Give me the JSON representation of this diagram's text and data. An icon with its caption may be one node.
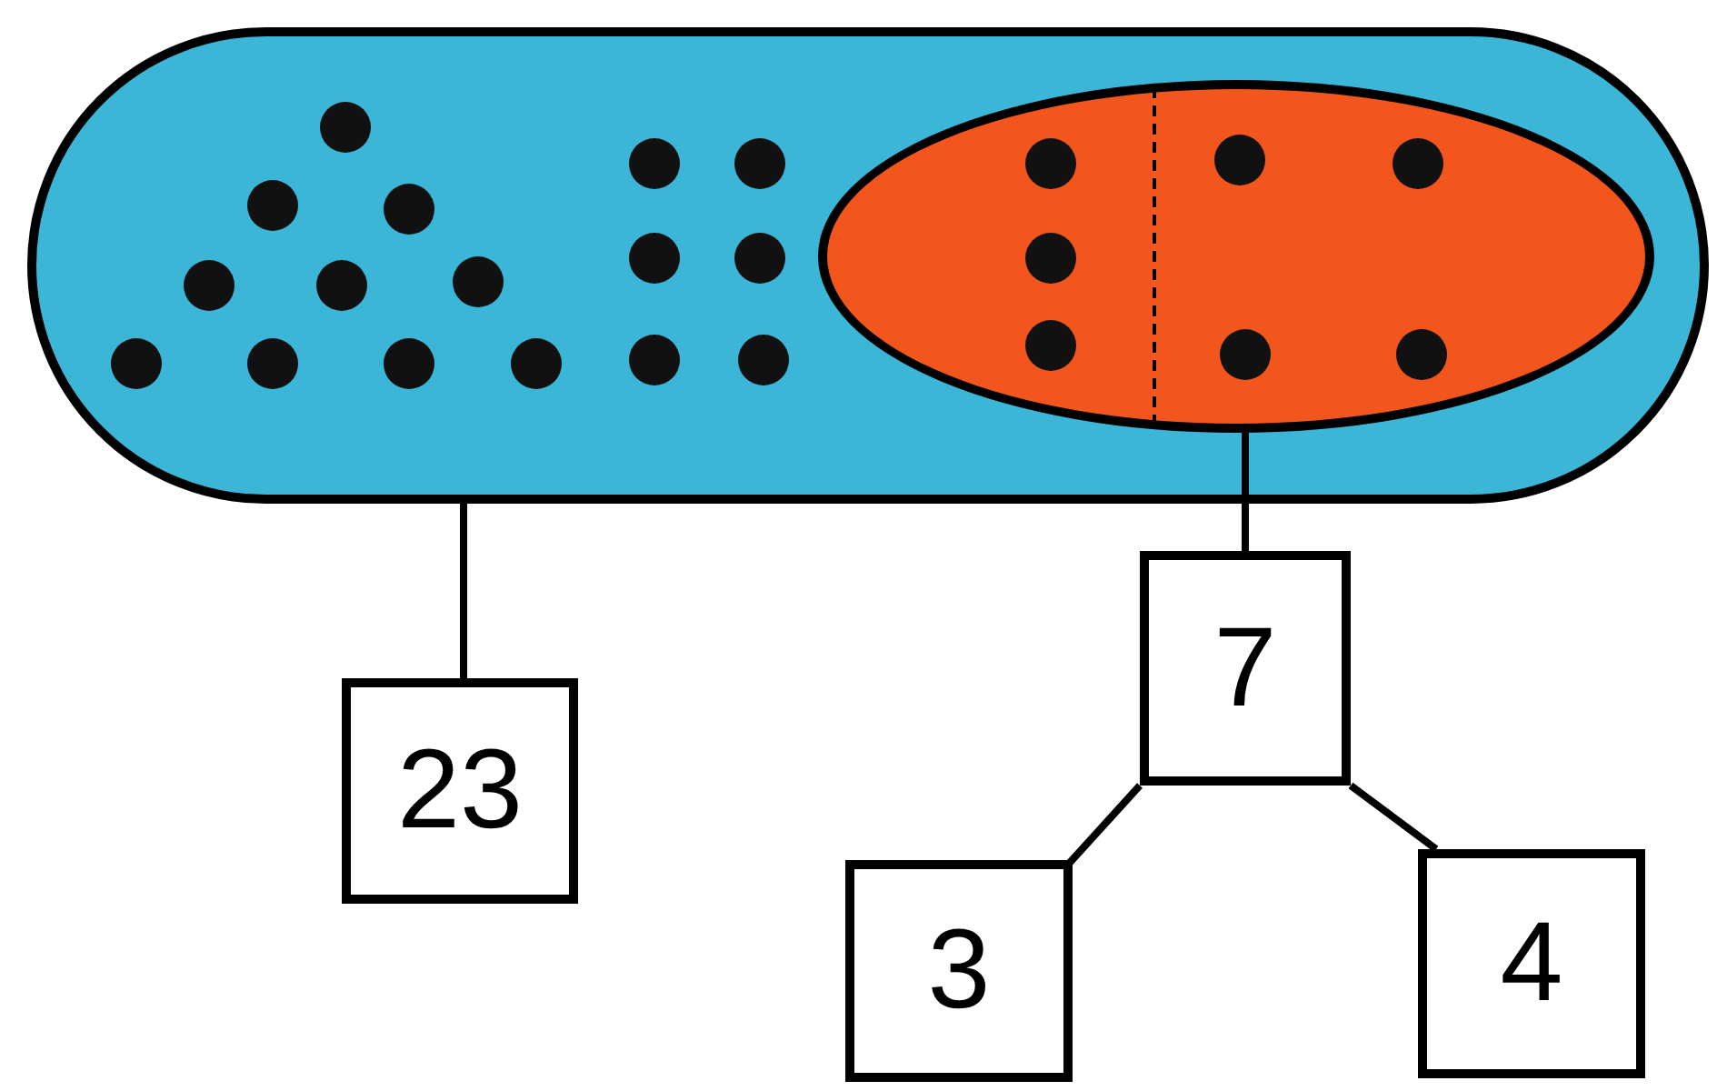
{
  "diagram": {
    "nodes": [
      {
        "text": [],
        "shape": "capsule"
      },
      {
        "text": [],
        "shape": "ellipse",
        "in": 0
      },
      {
        "text": [
          "23"
        ]
      },
      {
        "text": [
          "7"
        ]
      },
      {
        "text": [
          "3"
        ]
      },
      {
        "text": [
          "4"
        ]
      }
    ],
    "edges": [
      {
        "from": 0,
        "to": 2,
        "arrow": "none"
      },
      {
        "from": 1,
        "to": 3,
        "arrow": "none"
      },
      {
        "from": 3,
        "to": 4,
        "arrow": "none"
      },
      {
        "from": 3,
        "to": 5,
        "arrow": "none"
      }
    ]
  }
}
